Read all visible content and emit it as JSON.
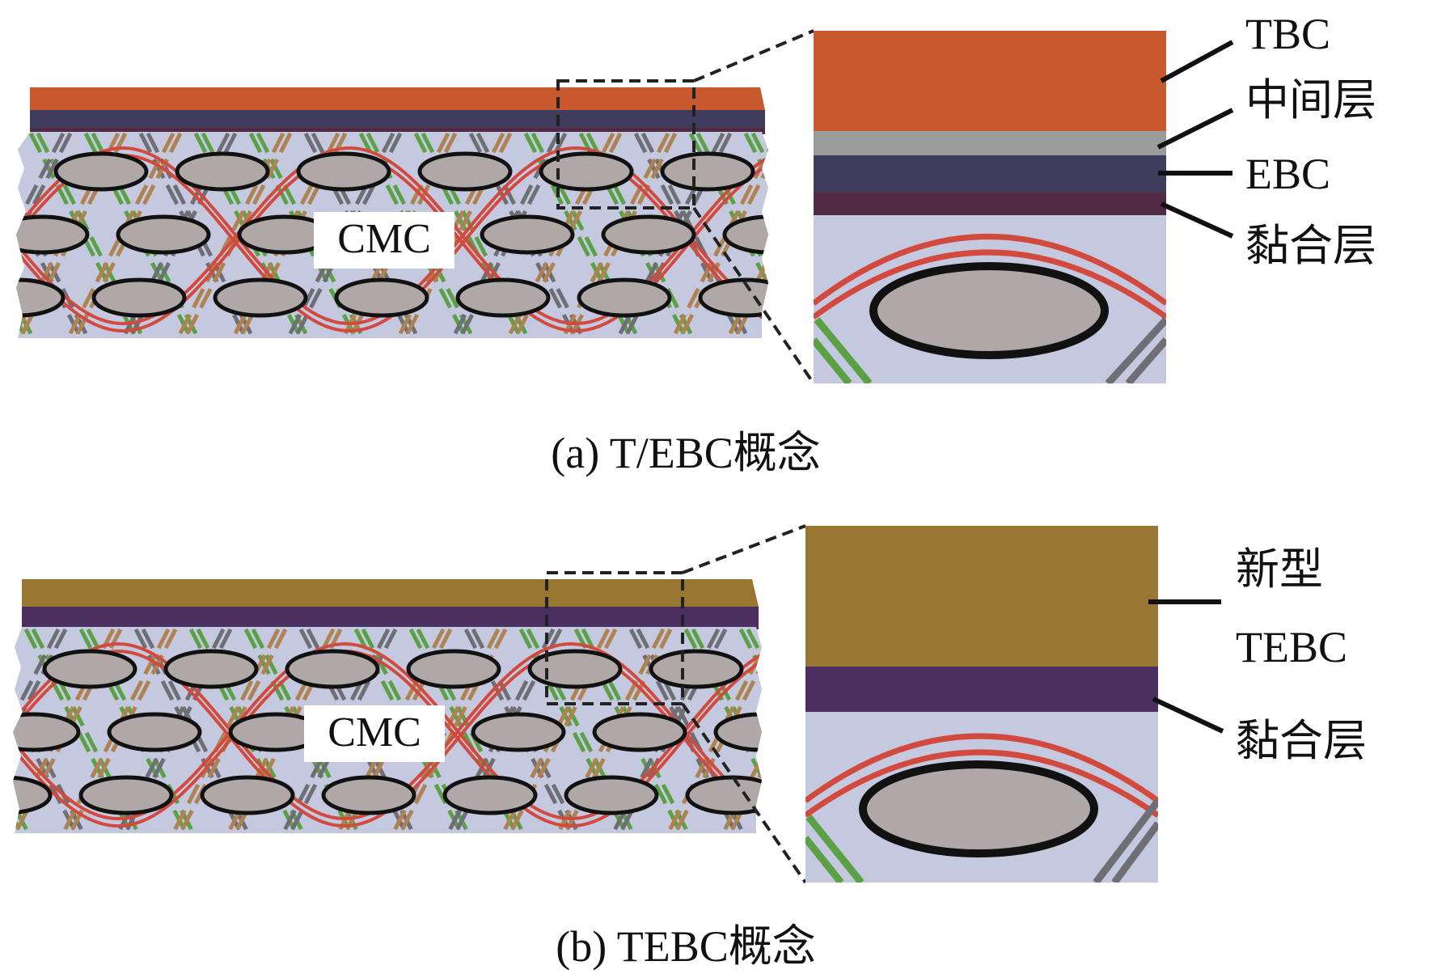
{
  "panel_a": {
    "caption": "(a) T/EBC概念",
    "core_label": "CMC",
    "layers": [
      {
        "label": "TBC",
        "color": "#c8582e"
      },
      {
        "label": "中间层",
        "color": "#9b9b9b"
      },
      {
        "label": "EBC",
        "color": "#3f3c5e"
      },
      {
        "label": "黏合层",
        "color": "#502a45"
      }
    ]
  },
  "panel_b": {
    "caption": "(b) TEBC概念",
    "core_label": "CMC",
    "layers": [
      {
        "label_line1": "新型",
        "label_line2": "TEBC",
        "color": "#977731"
      },
      {
        "label": "黏合层",
        "color": "#4b2f61"
      }
    ]
  },
  "colors": {
    "substrate": "#c5c9e0",
    "fiber": "#b0a8a8",
    "fiber_outline": "#111111",
    "tow_red": "#d24a3e",
    "tow_green": "#5aa044",
    "tow_brown": "#ae8351",
    "tow_gray": "#6e6e74",
    "zoom_box": "#222222"
  }
}
